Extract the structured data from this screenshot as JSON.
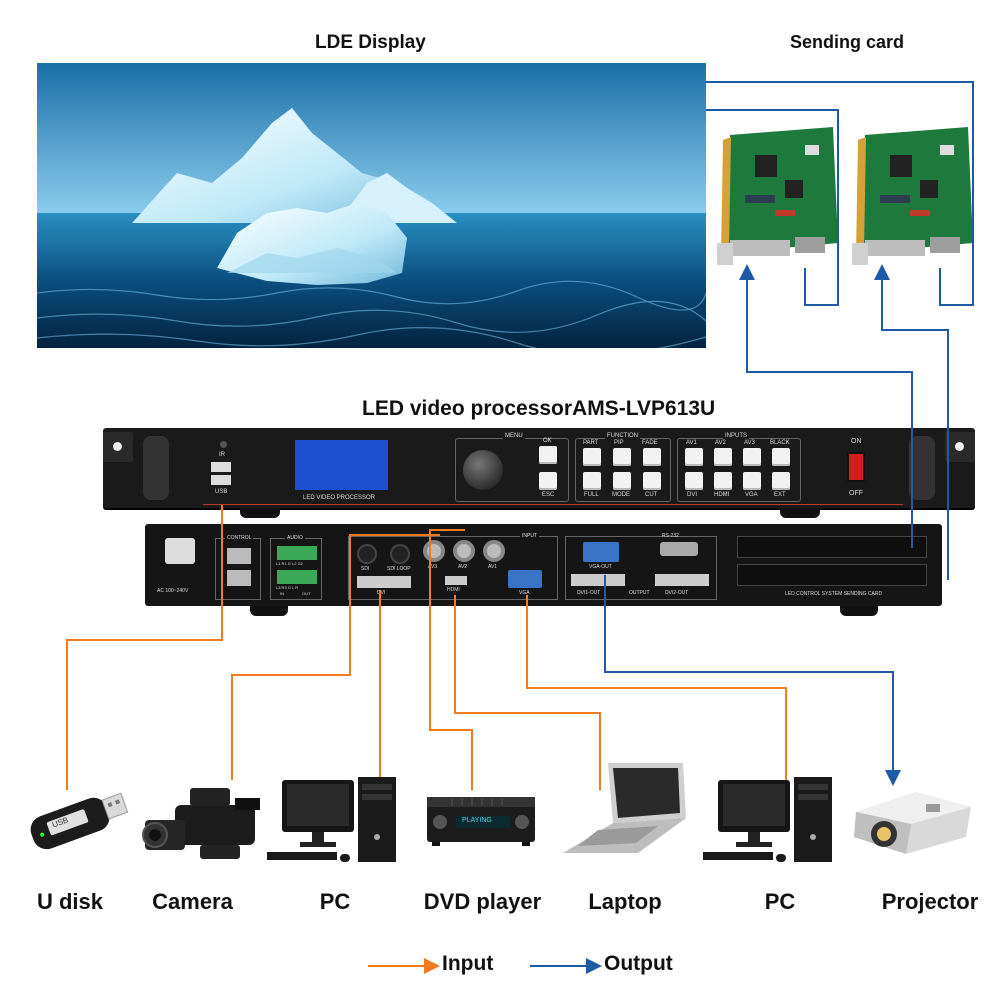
{
  "titles": {
    "display": "LDE  Display",
    "sending_card": "Sending card",
    "processor": "LED video processorAMS-LVP613U"
  },
  "front_panel": {
    "ir": "IR",
    "usb": "USB",
    "screen_caption": "LED VIDEO PROCESSOR",
    "menu": "MENU",
    "ok": "OK",
    "esc": "ESC",
    "function": "FUNCTION",
    "function_top": [
      "PART",
      "PIP",
      "FADE"
    ],
    "function_bottom": [
      "FULL",
      "MODE",
      "CUT"
    ],
    "inputs": "INPUTS",
    "inputs_top": [
      "AV1",
      "AV2",
      "AV3",
      "BLACK"
    ],
    "inputs_bottom": [
      "DVI",
      "HDMI",
      "VGA",
      "EXT"
    ],
    "on": "ON",
    "off": "OFF"
  },
  "rear_panel": {
    "power_rating": "AC 100~240V",
    "control": "CONTROL",
    "audio": "AUDIO",
    "audio_top": "L1 R1 G L2 G2",
    "audio_bottom": "L3 R3 G L R",
    "audio_in": "IN",
    "audio_out": "OUT",
    "sdi": "SDI",
    "sdi_loop": "SDI LOOP",
    "dvi": "DVI",
    "av3": "AV3",
    "av2": "AV2",
    "av1": "AV1",
    "input": "INPUT",
    "hdmi": "HDMI",
    "vga": "VGA",
    "vga_out": "VGA-OUT",
    "rs232": "RS-232",
    "dvi1_out": "DVI1-OUT",
    "output": "OUTPUT",
    "dvi2_out": "DVI2-OUT",
    "sending_card_slot": "LED CONTROL SYSTEM SENDING CARD"
  },
  "devices": [
    {
      "id": "udisk",
      "label": "U disk",
      "role": "input",
      "usb_text": "USB"
    },
    {
      "id": "camera",
      "label": "Camera",
      "role": "input"
    },
    {
      "id": "pc1",
      "label": "PC",
      "role": "input"
    },
    {
      "id": "dvd",
      "label": "DVD player",
      "role": "input",
      "screen_text": "PLAYING"
    },
    {
      "id": "laptop",
      "label": "Laptop",
      "role": "input"
    },
    {
      "id": "pc2",
      "label": "PC",
      "role": "output"
    },
    {
      "id": "projector",
      "label": "Projector",
      "role": "output"
    }
  ],
  "legend": {
    "input": "Input",
    "output": "Output"
  },
  "colors": {
    "input_line": "#f07b22",
    "output_line": "#1f5aa6",
    "chassis": "#151515",
    "pcb": "#1e7a3c"
  }
}
